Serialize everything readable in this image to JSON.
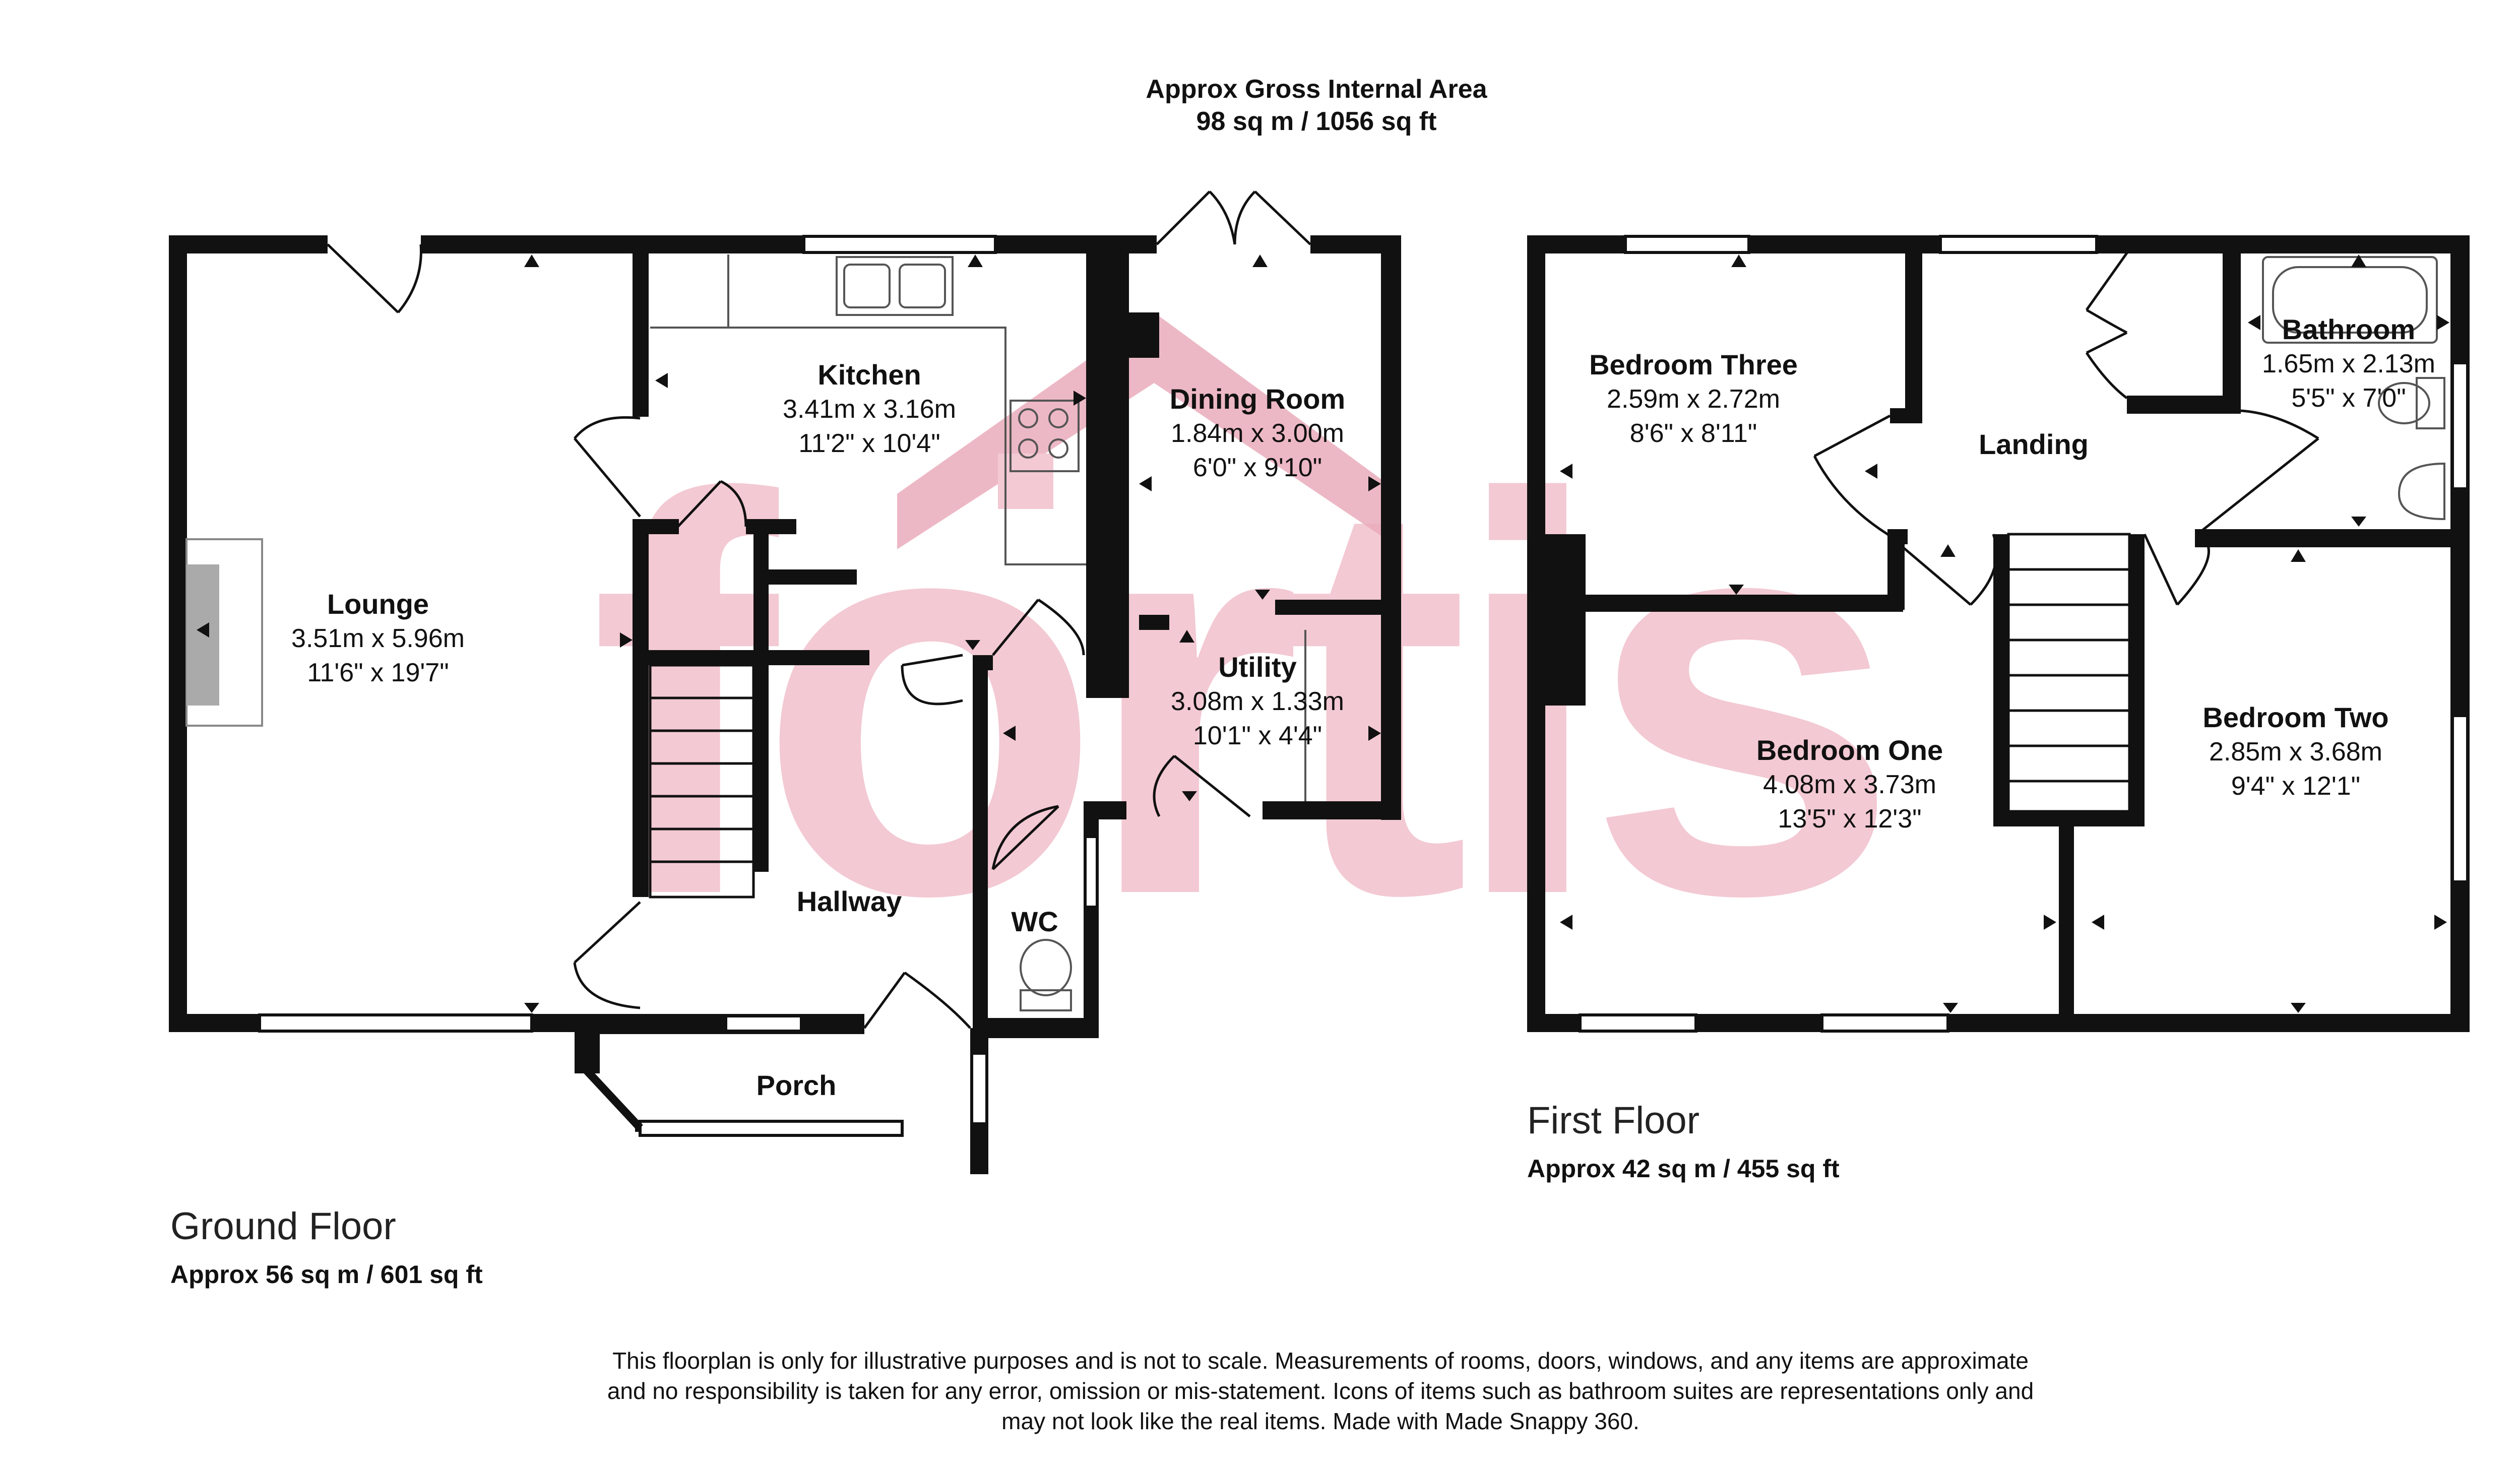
{
  "header": {
    "title": "Approx Gross Internal Area",
    "area": "98 sq m / 1056 sq ft"
  },
  "watermark": {
    "text": "fortis",
    "color": "#f2c4cf"
  },
  "colors": {
    "wall": "#111111",
    "accent": "#e8a2b4"
  },
  "ground_floor": {
    "name": "Ground Floor",
    "area": "Approx 56 sq m / 601 sq ft",
    "rooms": {
      "lounge": {
        "name": "Lounge",
        "metric": "3.51m x 5.96m",
        "imperial": "11'6\" x 19'7\""
      },
      "kitchen": {
        "name": "Kitchen",
        "metric": "3.41m x 3.16m",
        "imperial": "11'2\" x 10'4\""
      },
      "dining": {
        "name": "Dining Room",
        "metric": "1.84m x 3.00m",
        "imperial": "6'0\" x 9'10\""
      },
      "utility": {
        "name": "Utility",
        "metric": "3.08m x 1.33m",
        "imperial": "10'1\" x 4'4\""
      },
      "hallway": {
        "name": "Hallway"
      },
      "wc": {
        "name": "WC"
      },
      "porch": {
        "name": "Porch"
      }
    }
  },
  "first_floor": {
    "name": "First Floor",
    "area": "Approx 42 sq m / 455 sq ft",
    "rooms": {
      "bed3": {
        "name": "Bedroom Three",
        "metric": "2.59m x 2.72m",
        "imperial": "8'6\" x 8'11\""
      },
      "landing": {
        "name": "Landing"
      },
      "bathroom": {
        "name": "Bathroom",
        "metric": "1.65m x 2.13m",
        "imperial": "5'5\" x 7'0\""
      },
      "bed1": {
        "name": "Bedroom One",
        "metric": "4.08m x 3.73m",
        "imperial": "13'5\" x 12'3\""
      },
      "bed2": {
        "name": "Bedroom Two",
        "metric": "2.85m x 3.68m",
        "imperial": "9'4\" x 12'1\""
      }
    }
  },
  "disclaimer": {
    "line1": "This floorplan is only for illustrative purposes and is not to scale. Measurements of rooms, doors, windows, and any items are approximate",
    "line2": "and no responsibility is taken for any error, omission or mis-statement. Icons of items such as bathroom suites are representations only and",
    "line3": "may not look like the real items. Made with Made Snappy 360."
  }
}
